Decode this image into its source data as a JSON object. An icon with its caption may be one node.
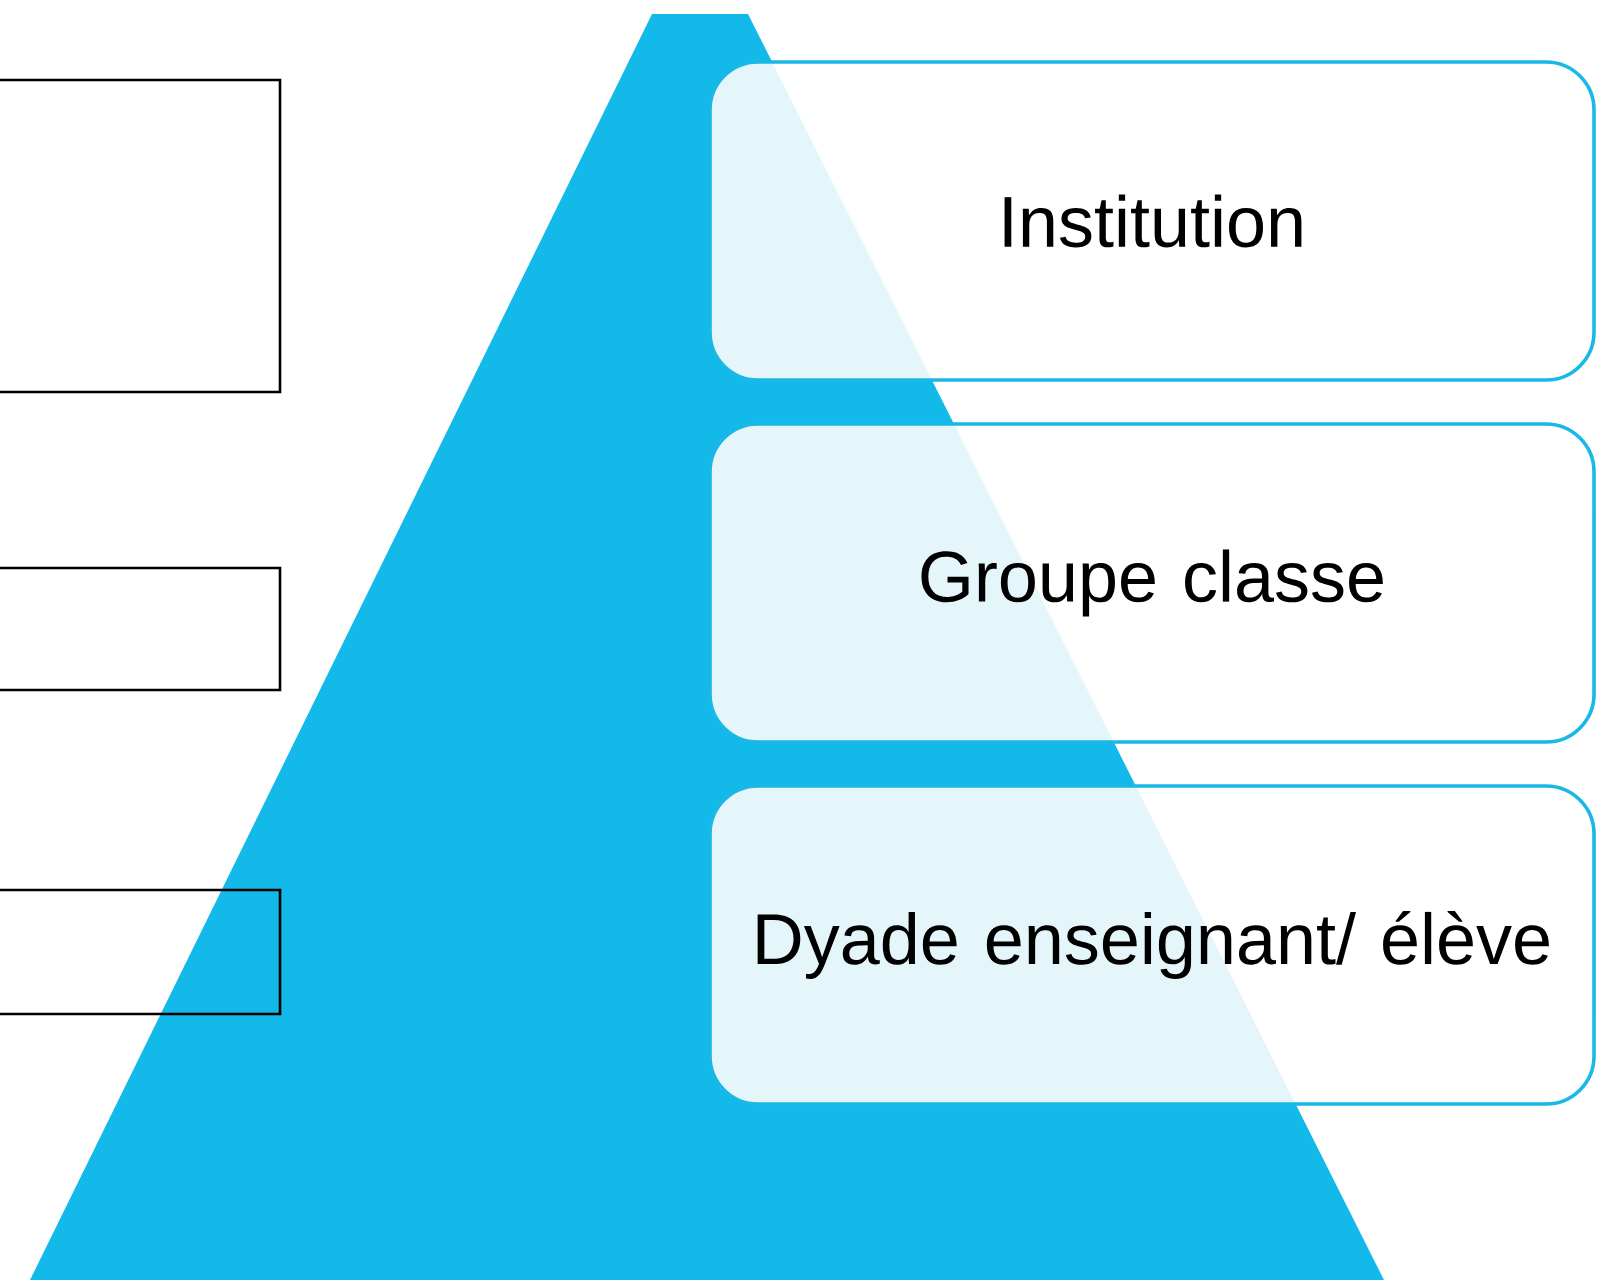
{
  "diagram": {
    "nodes": [
      {
        "text": [],
        "shape": "box"
      },
      {
        "text": [],
        "shape": "box"
      },
      {
        "text": [],
        "shape": "box"
      },
      {
        "text": [
          "Institution"
        ]
      },
      {
        "text": [
          "Groupe classe"
        ]
      },
      {
        "text": [
          "Dyade enseignant/ élève"
        ]
      }
    ],
    "edges": []
  }
}
